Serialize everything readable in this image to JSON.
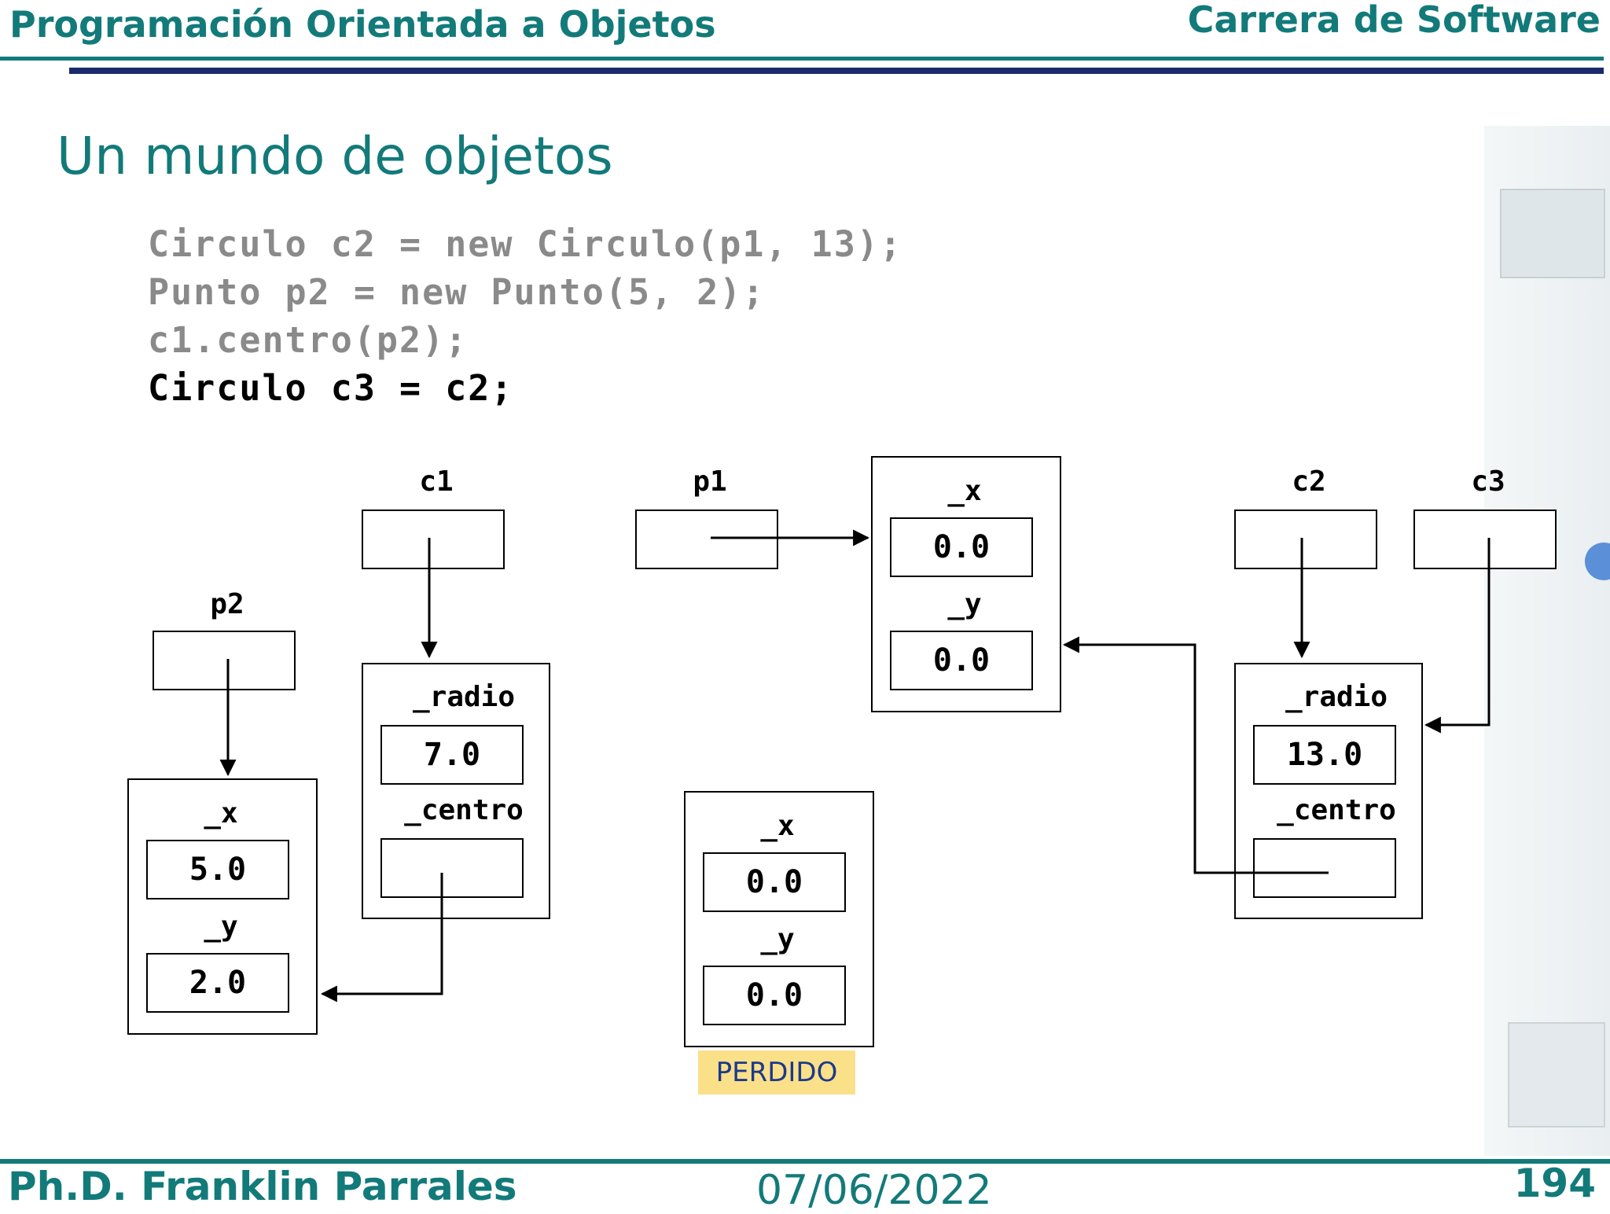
{
  "header": {
    "course": "Programación Orientada a Objetos",
    "program": "Carrera de Software"
  },
  "slide": {
    "title": "Un mundo de objetos",
    "code_lines": [
      "Circulo c2 = new Circulo(p1, 13);",
      "Punto p2 = new Punto(5, 2);",
      "c1.centro(p2);",
      "Circulo c3 = c2;"
    ]
  },
  "diagram": {
    "refs": {
      "c1": "c1",
      "p1": "p1",
      "p2": "p2",
      "c2": "c2",
      "c3": "c3"
    },
    "fields": {
      "x": "_x",
      "y": "_y",
      "radio": "_radio",
      "centro": "_centro"
    },
    "p1_obj": {
      "x": "0.0",
      "y": "0.0"
    },
    "p2_obj": {
      "x": "5.0",
      "y": "2.0"
    },
    "c1_obj": {
      "radio": "7.0"
    },
    "c2_obj": {
      "radio": "13.0"
    },
    "lost_obj": {
      "x": "0.0",
      "y": "0.0"
    },
    "lost_label": "PERDIDO"
  },
  "footer": {
    "author": "Ph.D. Franklin Parrales",
    "date": "07/06/2022",
    "page": "194"
  },
  "colors": {
    "teal": "#137a7a",
    "navy": "#1b2a6b",
    "lost_bg": "#fbe08a"
  }
}
